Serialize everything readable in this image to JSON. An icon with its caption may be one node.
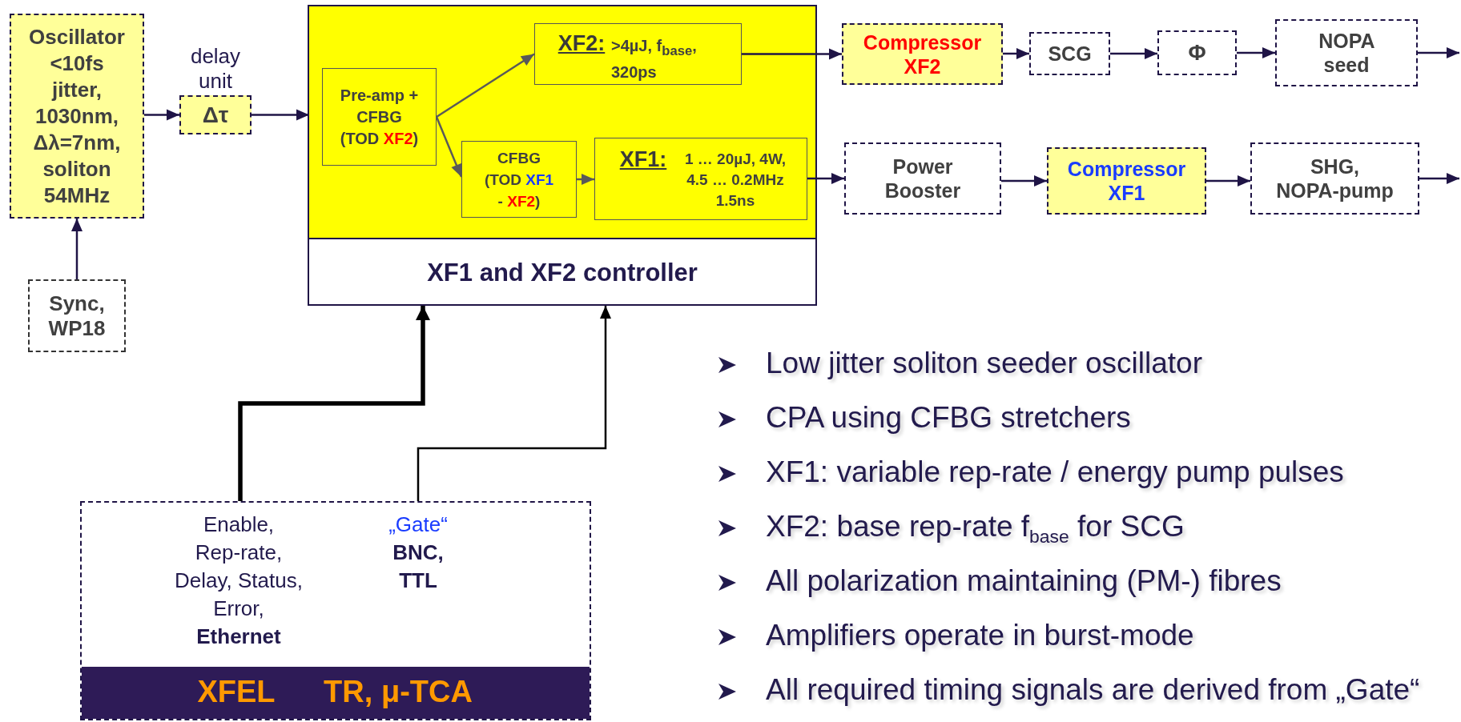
{
  "diagram": {
    "nodes": [
      {
        "text": [
          "Oscillator <10fs jitter, 1030nm, Δλ=7nm, soliton 54MHz"
        ]
      },
      {
        "text": [
          "Δτ"
        ],
        "beside": [
          "delay unit"
        ]
      },
      {
        "text": [
          "XF1 and XF2 controller"
        ]
      },
      {
        "text": [],
        "shape": "box",
        "in": 2
      },
      {
        "text": [
          "Pre-amp + CFBG (TOD **XF2**)"
        ],
        "in": 3
      },
      {
        "text": [
          "XF2:",
          ">4µJ, f$_{base}$, 320ps"
        ],
        "in": 3
      },
      {
        "text": [
          "CFBG (TOD *XF1* - **XF2**)"
        ],
        "in": 3
      },
      {
        "text": [
          "XF1:",
          "1 … 20µJ, 4W, 4.5 … 0.2MHz 1.5ns"
        ],
        "in": 3
      },
      {
        "text": [
          "Compressor XF2"
        ]
      },
      {
        "text": [
          "SCG"
        ]
      },
      {
        "text": [
          "Φ"
        ]
      },
      {
        "text": [
          "NOPA seed"
        ]
      },
      {
        "text": [
          "Power Booster"
        ]
      },
      {
        "text": [
          "Compressor XF1"
        ]
      },
      {
        "text": [
          "SHG, NOPA-pump"
        ]
      },
      {
        "text": [
          "Sync, WP18"
        ]
      },
      {
        "text": [
          "Enable, Rep-rate, Delay, Status, Error, **Ethernet**",
          "„Gate“",
          "BNC, TTL"
        ]
      },
      {
        "text": [
          "XFEL",
          "TR, μ-TCA"
        ],
        "in": 16
      }
    ],
    "edges": [
      {
        "from": 0,
        "to": 1,
        "arrow": "to"
      },
      {
        "from": 1,
        "to": 3,
        "arrow": "to"
      },
      {
        "from": 4,
        "to": 5,
        "arrow": "to",
        "color": "#595959"
      },
      {
        "from": 4,
        "to": 6,
        "arrow": "to",
        "color": "#595959"
      },
      {
        "from": 6,
        "to": 7,
        "arrow": "to",
        "color": "#595959"
      },
      {
        "from": 5,
        "to": 8,
        "arrow": "to"
      },
      {
        "from": 8,
        "to": 9,
        "arrow": "to"
      },
      {
        "from": 9,
        "to": 10,
        "arrow": "to"
      },
      {
        "from": 10,
        "to": 11,
        "arrow": "to"
      },
      {
        "from": 11,
        "to": null,
        "arrow": "to"
      },
      {
        "from": 7,
        "to": 12,
        "arrow": "to"
      },
      {
        "from": 12,
        "to": 13,
        "arrow": "to"
      },
      {
        "from": 13,
        "to": 14,
        "arrow": "to"
      },
      {
        "from": 14,
        "to": null,
        "arrow": "to"
      },
      {
        "from": 15,
        "to": 0,
        "arrow": "to"
      },
      {
        "from": 16,
        "to": 2,
        "arrow": "to",
        "style": "thick",
        "color": "#000000"
      },
      {
        "from": 16,
        "to": 2,
        "arrow": "to",
        "color": "#000000"
      }
    ],
    "labels": [
      "Low jitter soliton seeder oscillator",
      "CPA using CFBG stretchers",
      "XF1: variable rep-rate / energy pump pulses",
      "XF2: base rep-rate f$_{base}$ for SCG",
      "All polarization maintaining (PM-) fibres",
      "Amplifiers operate in burst-mode",
      "All required timing signals are derived from „Gate“"
    ]
  }
}
